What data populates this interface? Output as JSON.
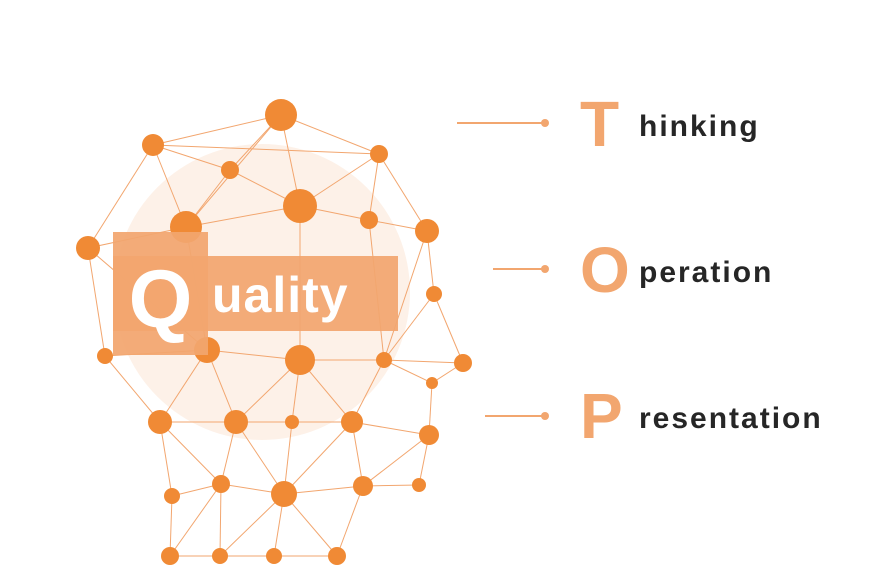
{
  "colors": {
    "accent": "#f2a66f",
    "node": "#f08a35",
    "text_dark": "#262626",
    "halo": "#fdf1e8"
  },
  "quality": {
    "initial": "Q",
    "rest": "uality"
  },
  "items": [
    {
      "initial": "T",
      "rest": "hinking"
    },
    {
      "initial": "O",
      "rest": "peration"
    },
    {
      "initial": "P",
      "rest": "resentation"
    }
  ]
}
